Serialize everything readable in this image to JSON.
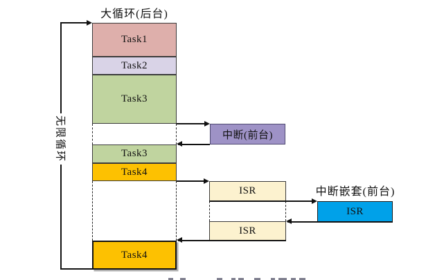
{
  "title": "大循环(后台)",
  "loop": {
    "label": "无限循环"
  },
  "tasks": [
    {
      "label": "Task1",
      "color": "#deafab"
    },
    {
      "label": "Task2",
      "color": "#d9d3e7"
    },
    {
      "label": "Task3",
      "color": "#c0d49f"
    },
    {
      "label": "Task3",
      "color": "#c0d49f"
    },
    {
      "label": "Task4",
      "color": "#fdc101"
    },
    {
      "label": "Task4",
      "color": "#fdc101"
    }
  ],
  "interrupt": {
    "label": "中断(前台)",
    "color": "#9e92c6"
  },
  "isr": {
    "first_label": "ISR",
    "second_label": "ISR",
    "color": "#fcf2cf"
  },
  "nested": {
    "title": "中断嵌套(前台)",
    "label": "ISR",
    "color": "#00a1e9"
  },
  "line_color": "#111111",
  "border_color": "#3a3a3a"
}
